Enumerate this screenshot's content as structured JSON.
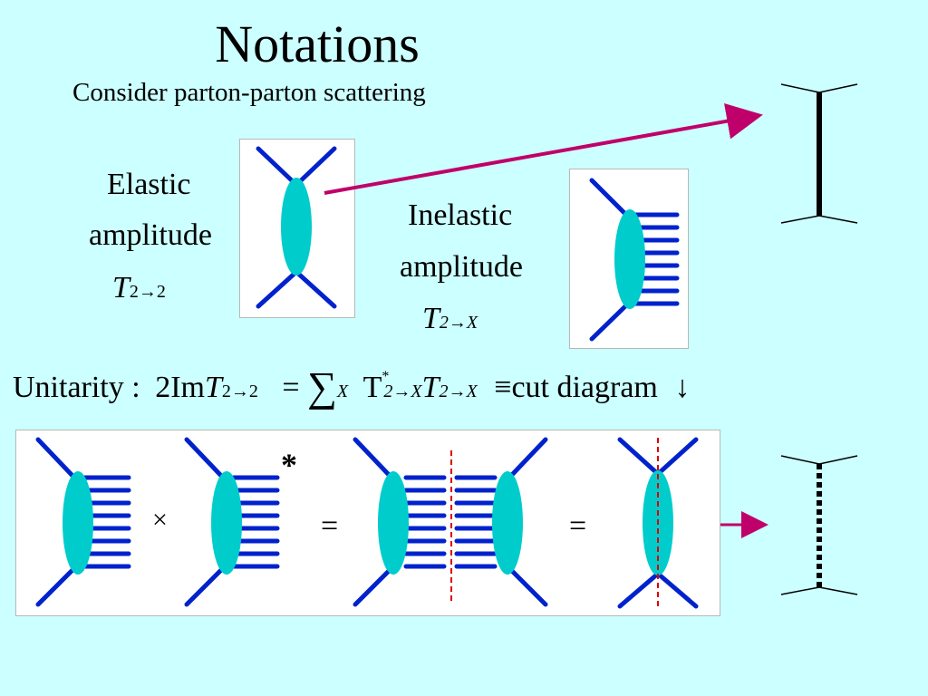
{
  "slide": {
    "title": "Notations",
    "subtitle": "Consider parton-parton scattering"
  },
  "elastic": {
    "line1": "Elastic",
    "line2": "amplitude",
    "symbol": "T",
    "subscript": "2→2"
  },
  "inelastic": {
    "line1": "Inelastic",
    "line2": "amplitude",
    "symbol": "T",
    "subscript": "2→X"
  },
  "unitarity": {
    "label": "Unitarity :",
    "lhs_prefix": "2Im",
    "lhs_symbol": "T",
    "lhs_sub": "2→2",
    "equals": "=",
    "sum": "∑",
    "sum_sub": "X",
    "t_conj": "T",
    "t_conj_sup": "*",
    "t_conj_sub": "2→X",
    "t2": "T",
    "t2_sub": "2→X",
    "equiv": "≡",
    "rhs": "cut diagram",
    "arrow": "↓"
  },
  "cut_equation": {
    "times": "×",
    "conj_mark": "*",
    "equals1": "=",
    "equals2": "="
  },
  "colors": {
    "background": "#ccffff",
    "blob": "#00cccc",
    "line": "#0022cc",
    "arrow": "#c0006a",
    "cut": "#dd0000"
  }
}
